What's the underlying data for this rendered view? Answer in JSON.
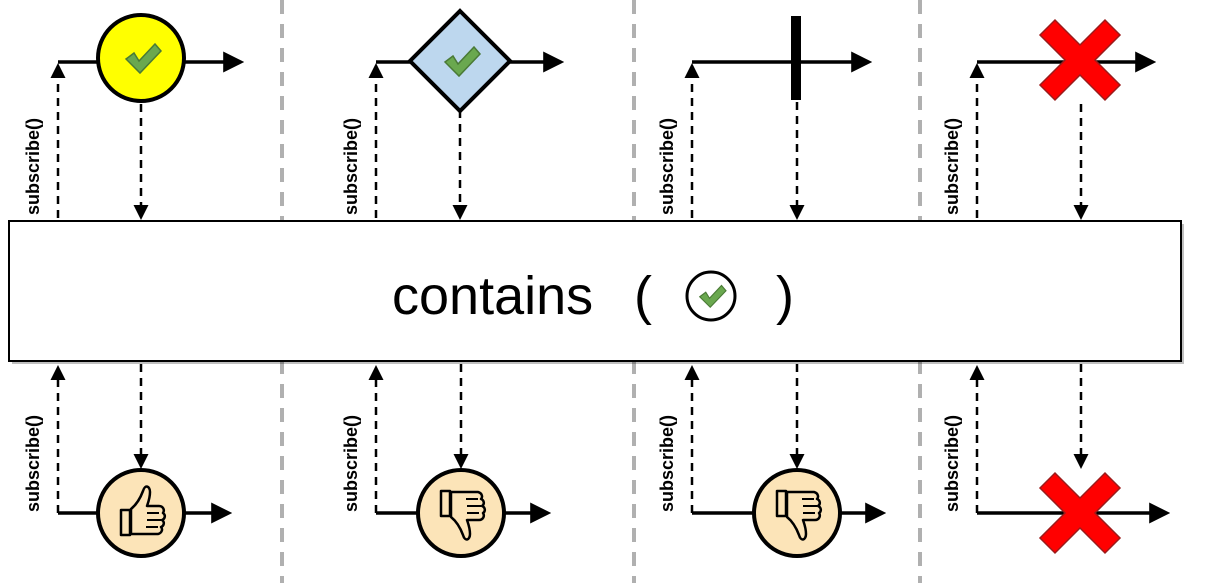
{
  "operator": {
    "name": "contains",
    "open_paren": "(",
    "close_paren": ")",
    "argument_icon": "check-circle-icon"
  },
  "subscribe_label": "subscribe()",
  "colors": {
    "yellow": "#ffff00",
    "light_blue": "#bdd7ee",
    "check_green": "#6aa84f",
    "thumb_bg": "#fce4b8",
    "error_red": "#ff0000",
    "divider": "#b0b0b0"
  },
  "scenarios": [
    {
      "source_item": "yellow-circle-check",
      "source_end": "none",
      "result": "thumbs-up"
    },
    {
      "source_item": "blue-diamond-check",
      "source_end": "none",
      "result": "thumbs-down"
    },
    {
      "source_item": "none",
      "source_end": "completion-bar",
      "result": "thumbs-down"
    },
    {
      "source_item": "none",
      "source_end": "error-x",
      "result": "error-x"
    }
  ]
}
